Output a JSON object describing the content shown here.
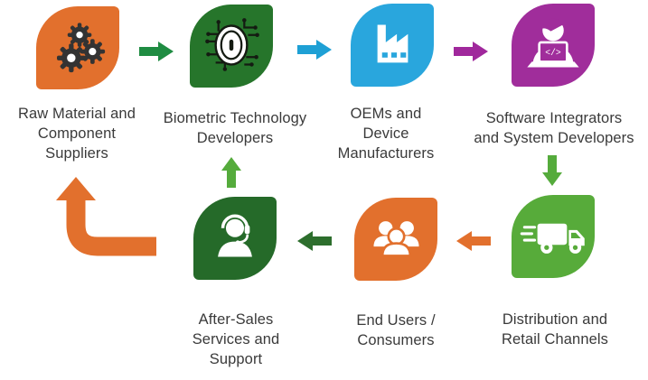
{
  "background": "#ffffff",
  "nodes": [
    {
      "id": "raw-material-suppliers",
      "label": "Raw Material and\nComponent\nSuppliers",
      "icon": "gears-icon",
      "color": "#E2702D"
    },
    {
      "id": "biometric-developers",
      "label": "Biometric Technology\nDevelopers",
      "icon": "fingerprint-circuit-icon",
      "color": "#26752B"
    },
    {
      "id": "oem-manufacturers",
      "label": "OEMs and\nDevice\nManufacturers",
      "icon": "factory-icon",
      "color": "#29A6DD"
    },
    {
      "id": "software-integrators",
      "label": "Software Integrators\nand System Developers",
      "icon": "developer-laptop-icon",
      "color": "#A02D9B"
    },
    {
      "id": "distribution-retail",
      "label": "Distribution and\nRetail Channels",
      "icon": "delivery-truck-icon",
      "color": "#57AB3A"
    },
    {
      "id": "end-users",
      "label": "End Users /\nConsumers",
      "icon": "users-group-icon",
      "color": "#E2702D"
    },
    {
      "id": "after-sales",
      "label": "After-Sales\nServices and\nSupport",
      "icon": "support-headset-icon",
      "color": "#256A29"
    }
  ],
  "arrows": [
    {
      "id": "arrow-suppliers-to-developers",
      "direction": "right",
      "color": "#1F8C42"
    },
    {
      "id": "arrow-developers-to-oems",
      "direction": "right",
      "color": "#1EA0D5"
    },
    {
      "id": "arrow-oems-to-integrators",
      "direction": "right",
      "color": "#A0289C"
    },
    {
      "id": "arrow-integrators-to-distribution",
      "direction": "down",
      "color": "#55AB3C"
    },
    {
      "id": "arrow-distribution-to-endusers",
      "direction": "left",
      "color": "#E2702D"
    },
    {
      "id": "arrow-endusers-to-aftersales",
      "direction": "left",
      "color": "#2D6E2D"
    },
    {
      "id": "arrow-aftersales-to-developers",
      "direction": "up",
      "color": "#55AB3C"
    },
    {
      "id": "arrow-aftersales-to-suppliers",
      "direction": "elbow-up",
      "color": "#E2702D"
    }
  ],
  "text_color": "#3A3A3A"
}
